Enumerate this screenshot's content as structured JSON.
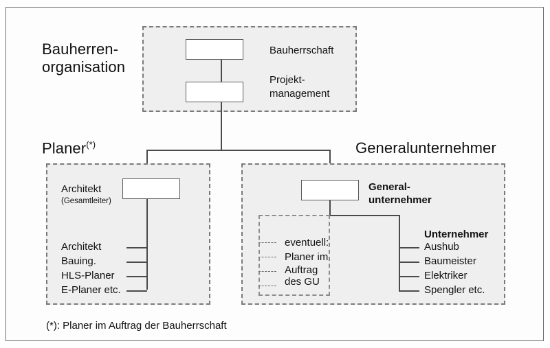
{
  "diagram": {
    "title_top": "Bauherren-\norganisation",
    "title_top_line1": "Bauherren-",
    "title_top_line2": "organisation",
    "title_left": "Planer",
    "title_left_mark": "(*)",
    "title_right": "Generalunternehmer",
    "footnote": "(*): Planer im Auftrag der Bauherrschaft"
  },
  "top_group": {
    "nodes": [
      {
        "label": "Bauherrschaft"
      },
      {
        "label_line1": "Projekt-",
        "label_line2": "management"
      }
    ]
  },
  "left_group": {
    "head": {
      "label": "Architekt",
      "sub_label": "(Gesamtleiter)"
    },
    "leaves": [
      {
        "label": "Architekt"
      },
      {
        "label": "Bauing."
      },
      {
        "label": "HLS-Planer"
      },
      {
        "label": "E-Planer etc."
      }
    ]
  },
  "right_group": {
    "head": {
      "label_line1": "General-",
      "label_line2": "unternehmer"
    },
    "inner": {
      "lines": [
        {
          "label": "eventuell:"
        },
        {
          "label": "Planer im"
        },
        {
          "label": "Auftrag"
        },
        {
          "label": "des GU"
        }
      ]
    },
    "contractors": {
      "heading": "Unternehmer",
      "leaves": [
        {
          "label": "Aushub"
        },
        {
          "label": "Baumeister"
        },
        {
          "label": "Elektriker"
        },
        {
          "label": "Spengler etc."
        }
      ]
    }
  },
  "colors": {
    "frame": "#6e6e6e",
    "dashed": "#7a7a7a",
    "group_fill": "#efefef",
    "line": "#4a4a4a",
    "node_border": "#5a5a5a",
    "node_fill": "#ffffff",
    "text": "#111111"
  }
}
